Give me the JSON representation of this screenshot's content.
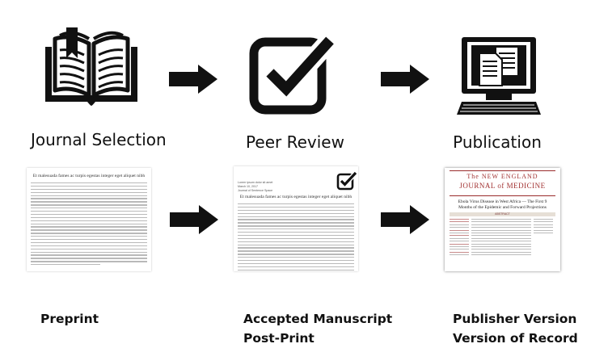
{
  "stages": [
    {
      "label": "Journal Selection",
      "icon": "open-book-icon"
    },
    {
      "label": "Peer Review",
      "icon": "checkbox-checked-icon"
    },
    {
      "label": "Publication",
      "icon": "computer-documents-icon"
    }
  ],
  "versions": [
    {
      "label_lines": [
        "Preprint"
      ],
      "doc_title": "Et malesuada fames ac turpis egestas integer eget aliquet nibh"
    },
    {
      "label_lines": [
        "Accepted Manuscript",
        "Post-Print"
      ],
      "doc_title": "Et malesuada fames ac turpis egestas integer eget aliquet nibh",
      "doc_meta": [
        "Lorem ipsum dolor sit amet",
        "March 10, 2017",
        "Journal of Sentence Space"
      ]
    },
    {
      "label_lines": [
        "Publisher Version",
        "Version of Record"
      ],
      "journal_line1": "The NEW ENGLAND",
      "journal_line2": "JOURNAL of MEDICINE",
      "article_title": "Ebola Virus Disease in West Africa — The First 9 Months of the Epidemic and Forward Projections",
      "abstract_label": "ABSTRACT"
    }
  ],
  "colors": {
    "icon": "#111111",
    "nejm_red": "#a13030"
  }
}
